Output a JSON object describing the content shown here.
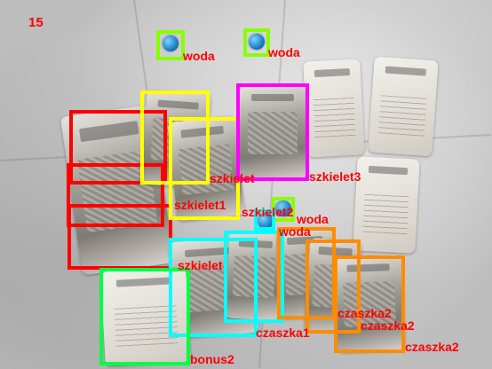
{
  "frame_number": "15",
  "colors": {
    "red": "#ff0000",
    "yellow": "#ffff00",
    "magenta": "#ff00ff",
    "cyan": "#00ffff",
    "orange": "#ff8c00",
    "green": "#00ff44",
    "lime": "#88ff00",
    "label": "#ff0000"
  },
  "detections": {
    "d01": {
      "class": "woda",
      "color": "lime"
    },
    "d02": {
      "class": "woda",
      "color": "lime"
    },
    "d03": {
      "class": "szkielet",
      "color": "yellow"
    },
    "d04": {
      "class": "szkielet1",
      "color": "yellow"
    },
    "d05": {
      "class": "szkielet3",
      "color": "magenta"
    },
    "d06": {
      "class": "",
      "color": "red"
    },
    "d07": {
      "class": "",
      "color": "red"
    },
    "d08": {
      "class": "szkielet",
      "color": "red"
    },
    "d09": {
      "class": "szkielet2",
      "color": "lime"
    },
    "d10": {
      "class": "woda",
      "color": "lime"
    },
    "d11": {
      "class": "woda",
      "color": "cyan"
    },
    "d12": {
      "class": "",
      "color": "cyan"
    },
    "d13": {
      "class": "czaszka1",
      "color": "cyan"
    },
    "d14": {
      "class": "czaszka2",
      "color": "orange"
    },
    "d15": {
      "class": "czaszka2",
      "color": "orange"
    },
    "d16": {
      "class": "czaszka2",
      "color": "orange"
    },
    "d17": {
      "class": "bonus2",
      "color": "green"
    }
  }
}
